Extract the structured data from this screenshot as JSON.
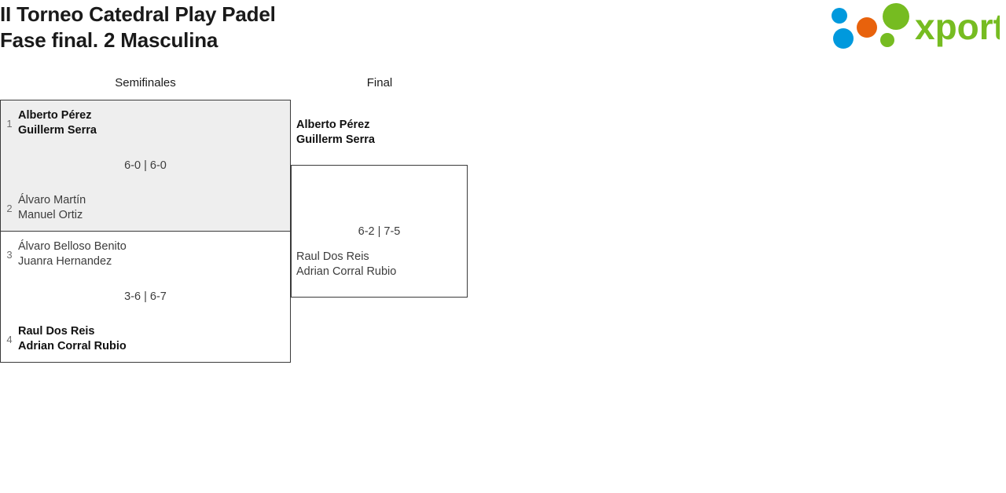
{
  "header": {
    "title": "II Torneo Catedral Play Padel",
    "subtitle": "Fase final. 2 Masculina",
    "logo_text": "xporty",
    "logo_colors": {
      "green": "#76bc21",
      "blue": "#0099dd",
      "orange": "#e8620c"
    }
  },
  "bracket": {
    "rounds": [
      {
        "id": "semifinals",
        "label": "Semifinales"
      },
      {
        "id": "final",
        "label": "Final"
      }
    ],
    "matches": {
      "sf1": {
        "score": "6-0 | 6-0",
        "top": {
          "seed": "1",
          "line1": "Alberto Pérez",
          "line2": "Guillerm Serra",
          "winner": true
        },
        "bottom": {
          "seed": "2",
          "line1": "Álvaro Martín",
          "line2": "Manuel Ortiz",
          "winner": false
        }
      },
      "sf2": {
        "score": "3-6 | 6-7",
        "top": {
          "seed": "3",
          "line1": "Álvaro Belloso Benito",
          "line2": "Juanra Hernandez",
          "winner": false
        },
        "bottom": {
          "seed": "4",
          "line1": "Raul Dos Reis",
          "line2": "Adrian Corral Rubio",
          "winner": true
        }
      },
      "final": {
        "score": "6-2 | 7-5",
        "top": {
          "line1": "Alberto Pérez",
          "line2": "Guillerm Serra",
          "winner": true
        },
        "bottom": {
          "line1": "Raul Dos Reis",
          "line2": "Adrian Corral Rubio",
          "winner": false
        }
      }
    }
  }
}
